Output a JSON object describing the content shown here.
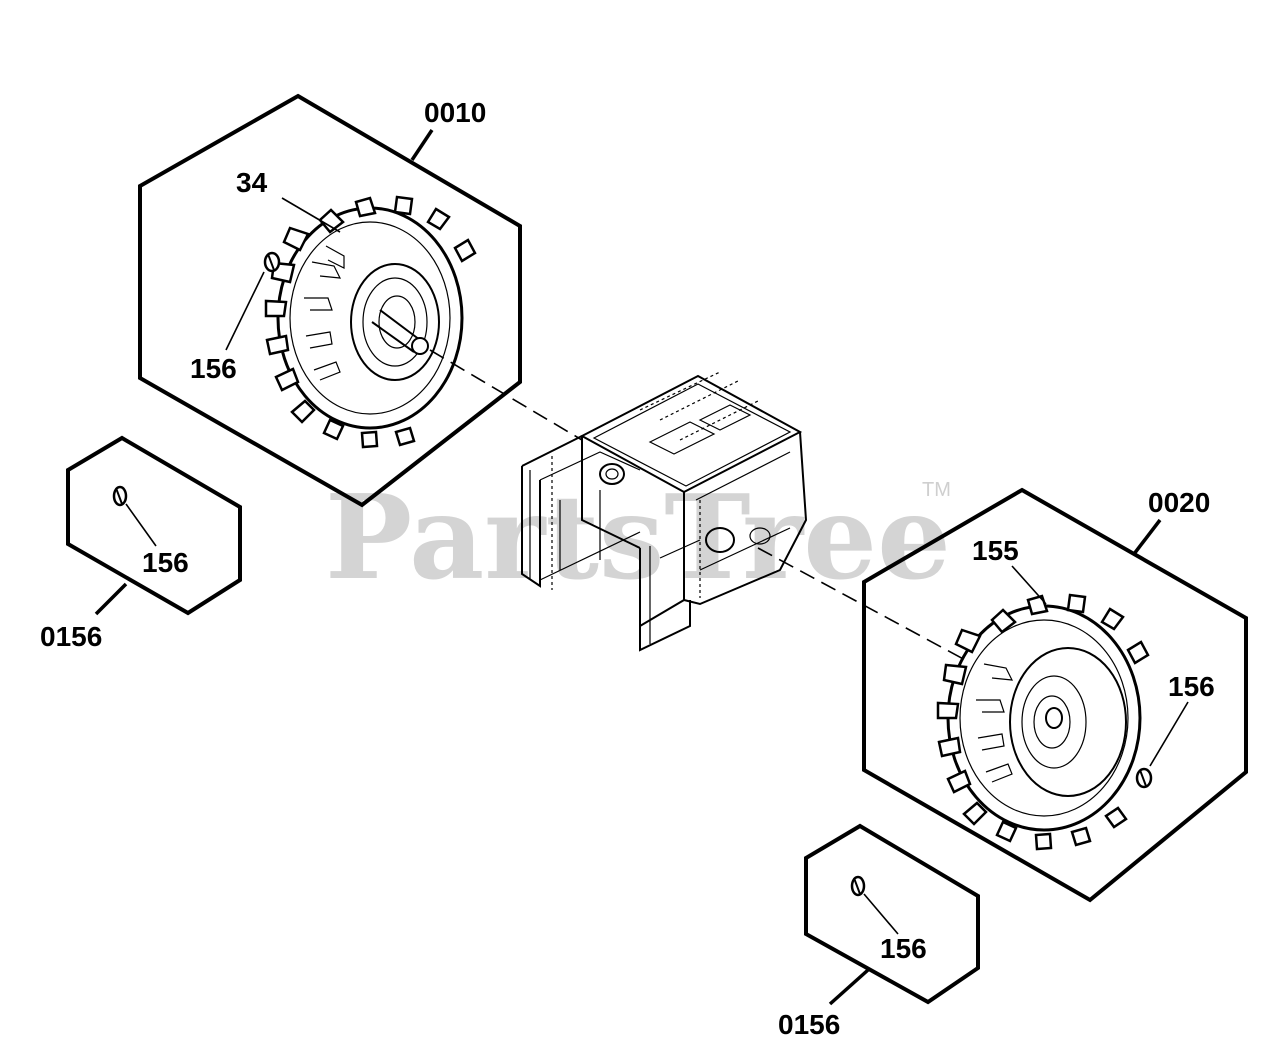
{
  "watermark": {
    "text": "PartsTree",
    "trademark": "TM"
  },
  "groups": [
    {
      "id": "0010",
      "parts": [
        "34",
        "156"
      ]
    },
    {
      "id": "0156",
      "parts": [
        "156"
      ]
    },
    {
      "id": "0020",
      "parts": [
        "155",
        "156"
      ]
    },
    {
      "id": "0156",
      "parts": [
        "156"
      ]
    }
  ]
}
